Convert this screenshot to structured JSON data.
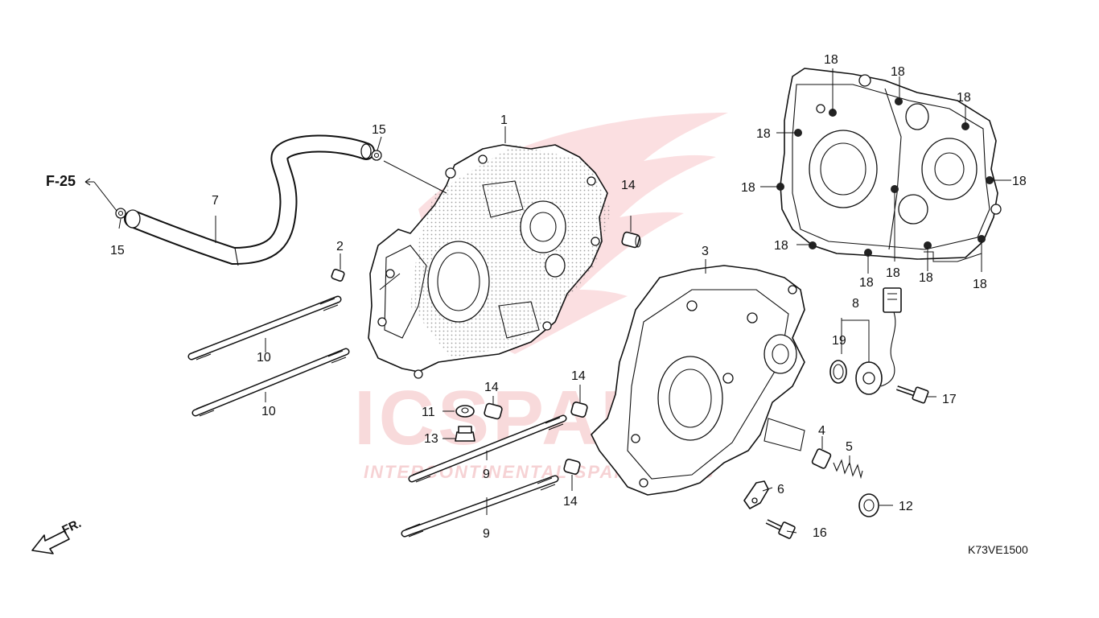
{
  "diagram_code": "K73VE1500",
  "reference": "F-25",
  "direction_marker": "FR.",
  "watermark": {
    "brand": "ICSPARTS",
    "tagline": "INTERCONTINENTAL SPARE PARTS",
    "color": "#d9363e"
  },
  "callouts": {
    "c1": "1",
    "c2": "2",
    "c3": "3",
    "c4": "4",
    "c5": "5",
    "c6": "6",
    "c7": "7",
    "c8": "8",
    "c9a": "9",
    "c9b": "9",
    "c10a": "10",
    "c10b": "10",
    "c11": "11",
    "c12": "12",
    "c13": "13",
    "c14a": "14",
    "c14b": "14",
    "c14c": "14",
    "c14d": "14",
    "c15a": "15",
    "c15b": "15",
    "c16": "16",
    "c17": "17",
    "c18a": "18",
    "c18b": "18",
    "c18c": "18",
    "c18d": "18",
    "c18e": "18",
    "c18f": "18",
    "c18g": "18",
    "c18h": "18",
    "c18i": "18",
    "c18j": "18",
    "c18k": "18",
    "c19": "19"
  }
}
